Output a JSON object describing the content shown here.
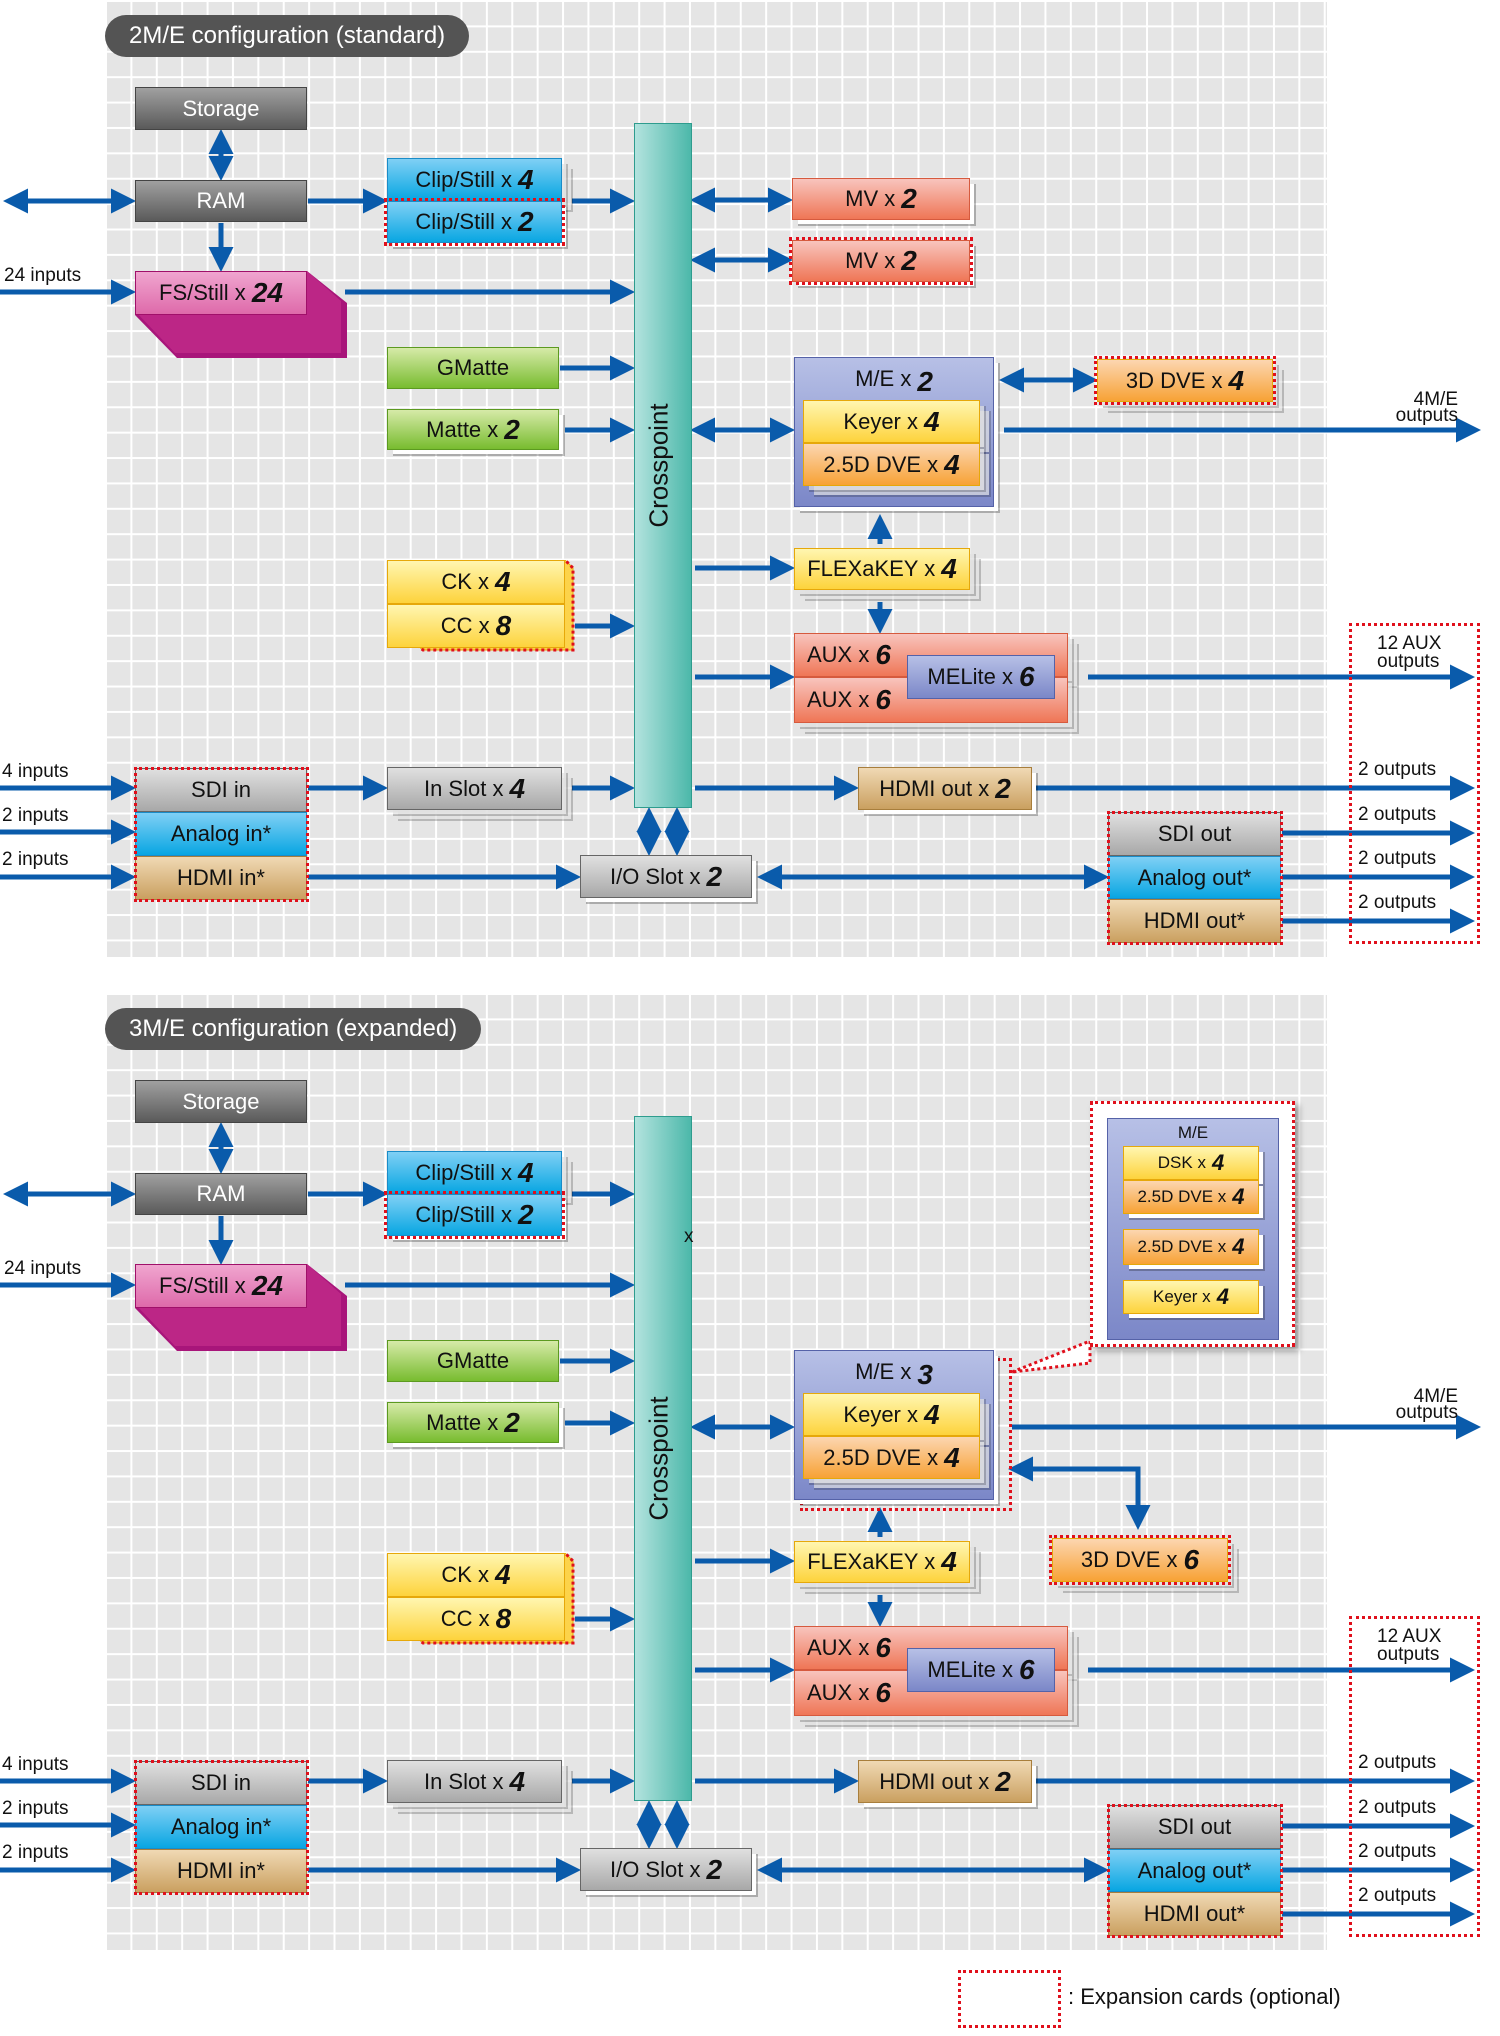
{
  "diagrams": [
    {
      "title": "2M/E configuration (standard)",
      "storage": "Storage",
      "ram": "RAM",
      "clip_still_a": {
        "label": "Clip/Still x",
        "n": "4"
      },
      "clip_still_b": {
        "label": "Clip/Still x",
        "n": "2"
      },
      "fs_still": {
        "label": "FS/Still x",
        "n": "24"
      },
      "gmatte": "GMatte",
      "matte": {
        "label": "Matte x",
        "n": "2"
      },
      "ck": {
        "label": "CK x",
        "n": "4"
      },
      "cc": {
        "label": "CC x",
        "n": "8"
      },
      "crosspoint": "Crosspoint",
      "mv_a": {
        "label": "MV x",
        "n": "2"
      },
      "mv_b": {
        "label": "MV x",
        "n": "2"
      },
      "me": {
        "label": "M/E x",
        "n": "2"
      },
      "keyer": {
        "label": "Keyer x",
        "n": "4"
      },
      "dve25": {
        "label": "2.5D DVE x",
        "n": "4"
      },
      "dve3d": {
        "label": "3D DVE x",
        "n": "4"
      },
      "flexakey": {
        "label": "FLEXaKEY x",
        "n": "4"
      },
      "aux_a": {
        "label": "AUX x",
        "n": "6"
      },
      "aux_b": {
        "label": "AUX x",
        "n": "6"
      },
      "melite": {
        "label": "MELite x",
        "n": "6"
      },
      "sdi_in": "SDI in",
      "analog_in": "Analog in*",
      "hdmi_in": "HDMI in*",
      "in_slot": {
        "label": "In Slot x",
        "n": "4"
      },
      "io_slot": {
        "label": "I/O Slot x",
        "n": "2"
      },
      "hdmi_out2": {
        "label": "HDMI out x",
        "n": "2"
      },
      "sdi_out": "SDI out",
      "analog_out": "Analog out*",
      "hdmi_out": "HDMI out*",
      "labels": {
        "inputs_24": "24 inputs",
        "inputs_4": "4 inputs",
        "inputs_2a": "2 inputs",
        "inputs_2b": "2 inputs",
        "me_outputs_1": "4M/E",
        "me_outputs_2": "outputs",
        "aux_outputs_1": "12 AUX",
        "aux_outputs_2": "outputs",
        "out_1": "2 outputs",
        "out_2": "2 outputs",
        "out_3": "2 outputs",
        "out_4": "2 outputs"
      }
    },
    {
      "title": "3M/E configuration (expanded)",
      "storage": "Storage",
      "ram": "RAM",
      "clip_still_a": {
        "label": "Clip/Still x",
        "n": "4"
      },
      "clip_still_b": {
        "label": "Clip/Still x",
        "n": "2"
      },
      "fs_still": {
        "label": "FS/Still x",
        "n": "24"
      },
      "gmatte": "GMatte",
      "matte": {
        "label": "Matte x",
        "n": "2"
      },
      "ck": {
        "label": "CK x",
        "n": "4"
      },
      "cc": {
        "label": "CC x",
        "n": "8"
      },
      "crosspoint": "Crosspoint",
      "crosspoint_mark": "x",
      "me": {
        "label": "M/E x",
        "n": "3"
      },
      "keyer": {
        "label": "Keyer x",
        "n": "4"
      },
      "dve25": {
        "label": "2.5D DVE x",
        "n": "4"
      },
      "dve3d": {
        "label": "3D DVE x",
        "n": "6"
      },
      "flexakey": {
        "label": "FLEXaKEY x",
        "n": "4"
      },
      "aux_a": {
        "label": "AUX x",
        "n": "6"
      },
      "aux_b": {
        "label": "AUX x",
        "n": "6"
      },
      "melite": {
        "label": "MELite x",
        "n": "6"
      },
      "sdi_in": "SDI in",
      "analog_in": "Analog in*",
      "hdmi_in": "HDMI in*",
      "in_slot": {
        "label": "In Slot x",
        "n": "4"
      },
      "io_slot": {
        "label": "I/O Slot x",
        "n": "2"
      },
      "hdmi_out2": {
        "label": "HDMI out x",
        "n": "2"
      },
      "sdi_out": "SDI out",
      "analog_out": "Analog out*",
      "hdmi_out": "HDMI out*",
      "me_detail": {
        "title": "M/E",
        "dsk": {
          "label": "DSK x",
          "n": "4"
        },
        "dve25_a": {
          "label": "2.5D DVE x",
          "n": "4"
        },
        "dve25_b": {
          "label": "2.5D DVE x",
          "n": "4"
        },
        "keyer": {
          "label": "Keyer x",
          "n": "4"
        }
      },
      "labels": {
        "inputs_24": "24 inputs",
        "inputs_4": "4 inputs",
        "inputs_2a": "2 inputs",
        "inputs_2b": "2 inputs",
        "me_outputs_1": "4M/E",
        "me_outputs_2": "outputs",
        "aux_outputs_1": "12 AUX",
        "aux_outputs_2": "outputs",
        "out_1": "2 outputs",
        "out_2": "2 outputs",
        "out_3": "2 outputs",
        "out_4": "2 outputs"
      }
    }
  ],
  "legend": {
    "text": ": Expansion cards (optional)"
  },
  "colors": {
    "arrow": "#0a5bab",
    "expansion_outline": "#e0101c",
    "grid_bg": "#e5e5e5"
  }
}
